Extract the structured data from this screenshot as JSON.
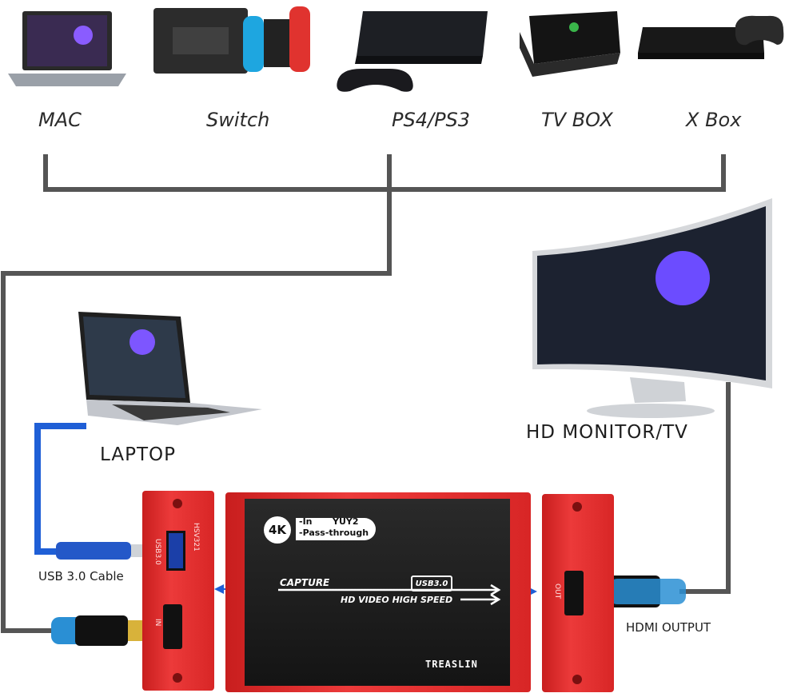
{
  "sources": [
    {
      "label": "MAC",
      "icon": "laptop-icon"
    },
    {
      "label": "Switch",
      "icon": "game-console-icon"
    },
    {
      "label": "PS4/PS3",
      "icon": "game-console-icon"
    },
    {
      "label": "TV BOX",
      "icon": "tv-box-icon"
    },
    {
      "label": "X Box",
      "icon": "game-console-icon"
    }
  ],
  "laptop": {
    "label": "LAPTOP"
  },
  "monitor": {
    "label": "HD MONITOR/TV"
  },
  "cable": {
    "usb_label": "USB 3.0 Cable",
    "hdmi_output_label": "HDMI OUTPUT"
  },
  "device": {
    "badge_4k": "4K",
    "in_text": "-In",
    "yuy2_text": "YUY2",
    "pass_text": "-Pass-through",
    "capture_text": "CAPTURE",
    "usb_badge": "USB3.0",
    "subtitle": "HD VIDEO HIGH SPEED",
    "brand": "TREASLIN",
    "model": "HSV321",
    "usb_port_label": "USB3.0",
    "in_port_label": "IN",
    "out_port_label": "OUT"
  },
  "colors": {
    "device_red": "#d82626",
    "device_body": "#1c1c1c",
    "line": "#555555",
    "usb_cable": "#1f5fd6",
    "hdmi_cable": "#2a8fd4"
  }
}
